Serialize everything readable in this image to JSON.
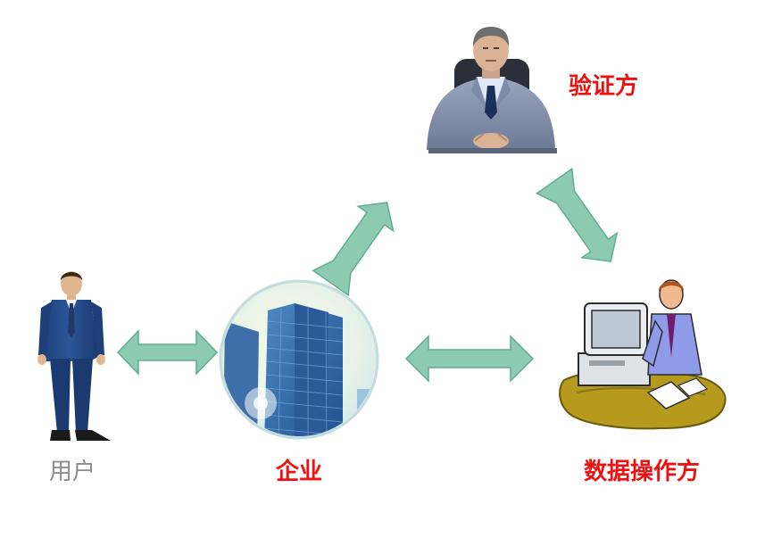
{
  "diagram": {
    "nodes": {
      "verifier": {
        "label": "验证方",
        "icon": "businessman-at-desk-icon",
        "label_color": "#ee1111"
      },
      "user": {
        "label": "用户",
        "icon": "standing-man-in-suit-icon",
        "label_color": "#8c8c8c"
      },
      "enterprise": {
        "label": "企业",
        "icon": "skyscraper-circle-icon",
        "label_color": "#ee1111"
      },
      "operator": {
        "label": "数据操作方",
        "icon": "man-at-computer-icon",
        "label_color": "#ee1111"
      }
    },
    "edges": [
      {
        "from": "user",
        "to": "enterprise",
        "type": "bidirectional"
      },
      {
        "from": "enterprise",
        "to": "operator",
        "type": "bidirectional"
      },
      {
        "from": "enterprise",
        "to": "verifier",
        "type": "bidirectional"
      },
      {
        "from": "verifier",
        "to": "operator",
        "type": "bidirectional"
      }
    ],
    "colors": {
      "arrow_fill": "#8ccab2",
      "arrow_stroke": "#5fae92",
      "highlight_label": "#ee1111",
      "muted_label": "#8c8c8c"
    }
  }
}
